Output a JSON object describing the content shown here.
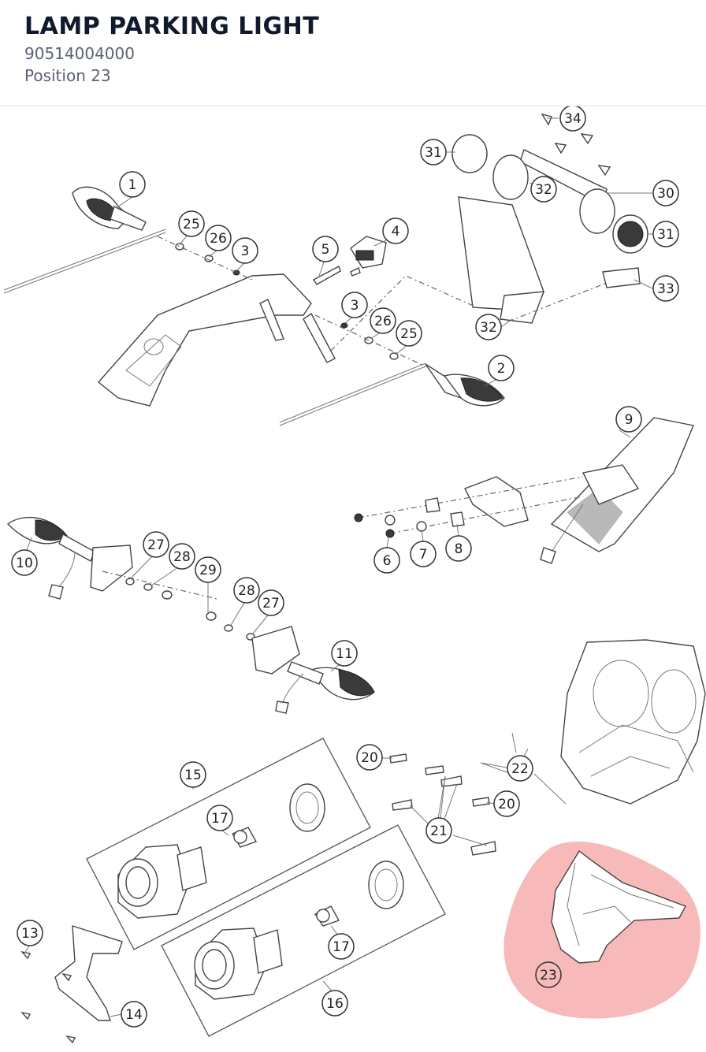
{
  "header": {
    "title": "LAMP PARKING LIGHT",
    "part_number": "90514004000",
    "position": "Position 23"
  },
  "highlight": {
    "label": "23",
    "color": "#f08080"
  },
  "callouts": [
    {
      "id": "c34",
      "label": "34"
    },
    {
      "id": "c31a",
      "label": "31"
    },
    {
      "id": "c32a",
      "label": "32"
    },
    {
      "id": "c30",
      "label": "30"
    },
    {
      "id": "c31b",
      "label": "31"
    },
    {
      "id": "c33",
      "label": "33"
    },
    {
      "id": "c32b",
      "label": "32"
    },
    {
      "id": "c1",
      "label": "1"
    },
    {
      "id": "c25a",
      "label": "25"
    },
    {
      "id": "c26a",
      "label": "26"
    },
    {
      "id": "c3a",
      "label": "3"
    },
    {
      "id": "c5",
      "label": "5"
    },
    {
      "id": "c4",
      "label": "4"
    },
    {
      "id": "c3b",
      "label": "3"
    },
    {
      "id": "c26b",
      "label": "26"
    },
    {
      "id": "c25b",
      "label": "25"
    },
    {
      "id": "c2",
      "label": "2"
    },
    {
      "id": "c9",
      "label": "9"
    },
    {
      "id": "c6",
      "label": "6"
    },
    {
      "id": "c7",
      "label": "7"
    },
    {
      "id": "c8",
      "label": "8"
    },
    {
      "id": "c10",
      "label": "10"
    },
    {
      "id": "c27a",
      "label": "27"
    },
    {
      "id": "c28a",
      "label": "28"
    },
    {
      "id": "c29",
      "label": "29"
    },
    {
      "id": "c28b",
      "label": "28"
    },
    {
      "id": "c27b",
      "label": "27"
    },
    {
      "id": "c11",
      "label": "11"
    },
    {
      "id": "c20a",
      "label": "20"
    },
    {
      "id": "c22",
      "label": "22"
    },
    {
      "id": "c15",
      "label": "15"
    },
    {
      "id": "c17a",
      "label": "17"
    },
    {
      "id": "c20b",
      "label": "20"
    },
    {
      "id": "c21",
      "label": "21"
    },
    {
      "id": "c13",
      "label": "13"
    },
    {
      "id": "c17b",
      "label": "17"
    },
    {
      "id": "c16",
      "label": "16"
    },
    {
      "id": "c14",
      "label": "14"
    },
    {
      "id": "c23",
      "label": "23"
    }
  ]
}
